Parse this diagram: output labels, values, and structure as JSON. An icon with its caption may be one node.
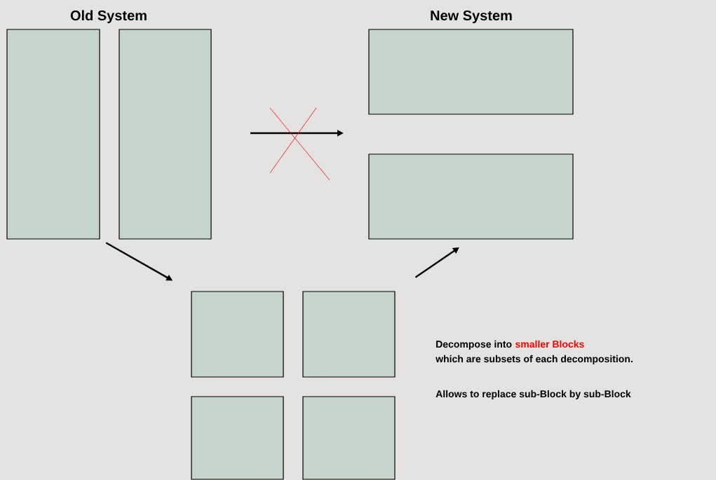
{
  "diagram": {
    "nodes": [
      {
        "text": [],
        "shape": "box"
      },
      {
        "text": [],
        "shape": "box"
      },
      {
        "text": [],
        "shape": "box"
      },
      {
        "text": [],
        "shape": "box"
      },
      {
        "text": [],
        "shape": "box"
      },
      {
        "text": [],
        "shape": "box"
      },
      {
        "text": [],
        "shape": "box"
      },
      {
        "text": [],
        "shape": "box"
      }
    ],
    "edges": [
      {
        "from": 0,
        "to": 4,
        "arrow": "to"
      },
      {
        "from": 5,
        "to": 3,
        "arrow": "to"
      }
    ],
    "labels": [
      "Old System",
      "New System",
      "Decompose into",
      "smaller Blocks",
      "which are subsets of each decomposition.",
      "Allows to replace sub-Block by sub-Block"
    ]
  }
}
